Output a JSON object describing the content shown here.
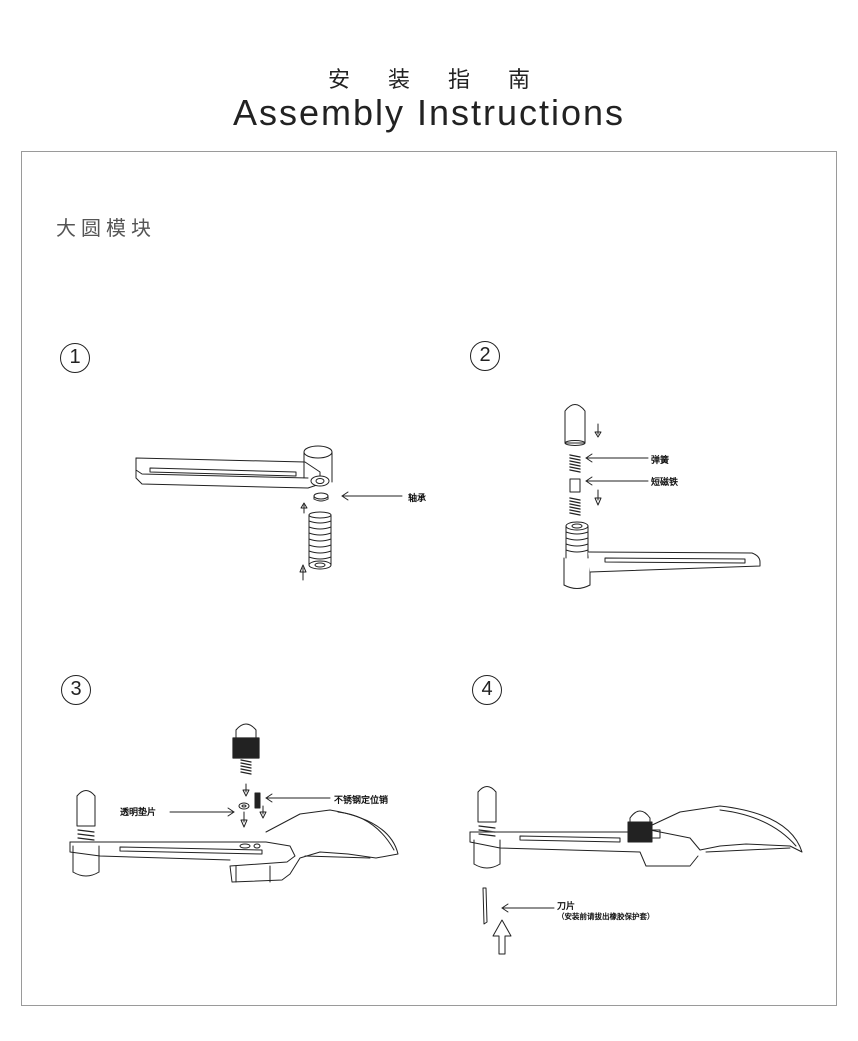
{
  "header": {
    "title_cn": "安装指南",
    "title_en": "Assembly Instructions"
  },
  "section": {
    "title": "大圆模块"
  },
  "steps": [
    {
      "number": "1",
      "labels": [
        "轴承"
      ]
    },
    {
      "number": "2",
      "labels": [
        "弹簧",
        "短磁铁"
      ]
    },
    {
      "number": "3",
      "labels": [
        "透明垫片",
        "不锈钢定位销"
      ]
    },
    {
      "number": "4",
      "labels": [
        "刀片",
        "（安装前请拔出橡胶保护套）"
      ]
    }
  ],
  "colors": {
    "line": "#222222",
    "frame": "#9a9a9a",
    "section_text": "#555555"
  }
}
